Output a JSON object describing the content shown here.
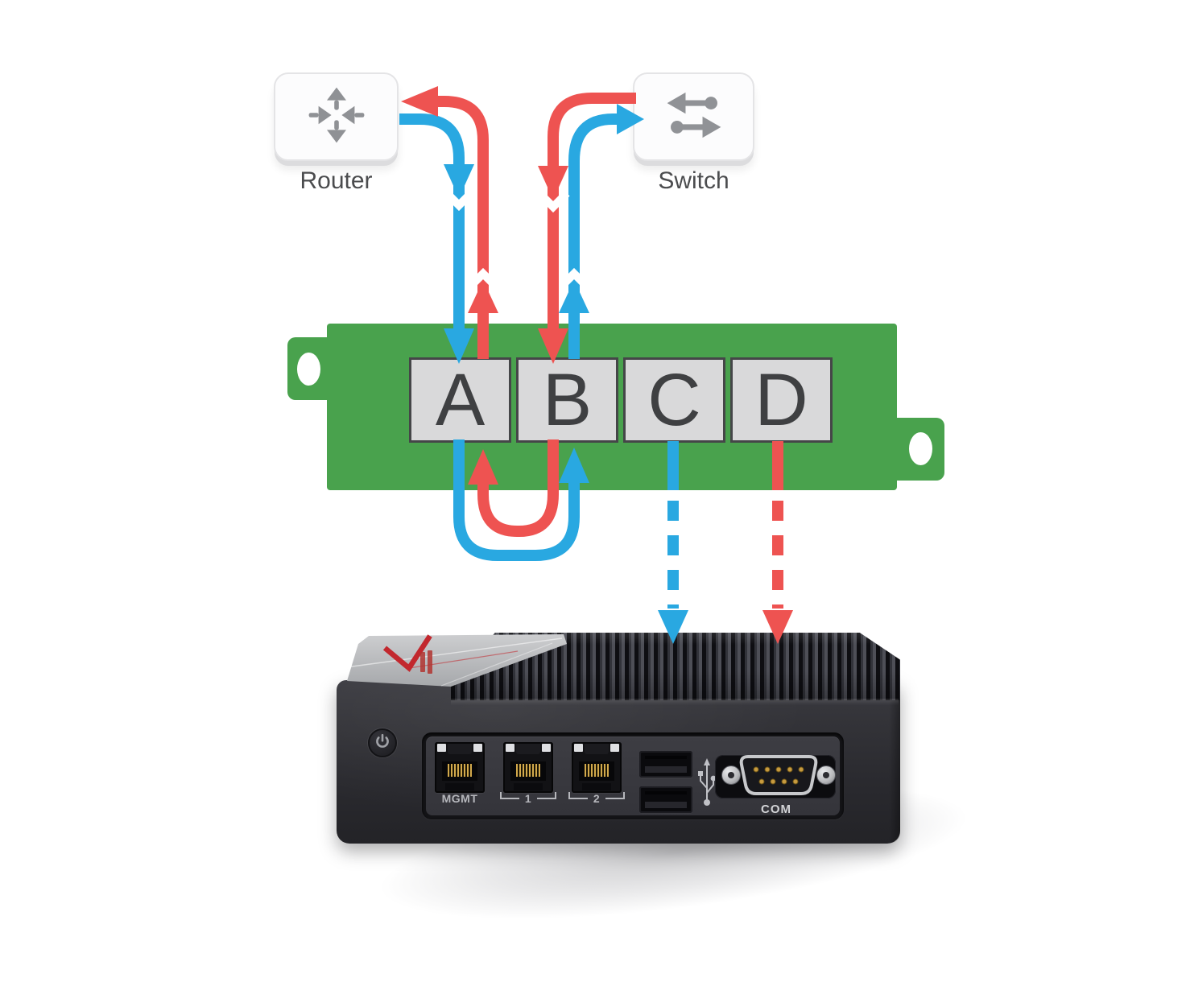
{
  "diagram": {
    "nodes": {
      "router": {
        "label": "Router",
        "icon": "router-icon"
      },
      "switch": {
        "label": "Switch",
        "icon": "switch-icon"
      }
    },
    "tap": {
      "ports": [
        "A",
        "B",
        "C",
        "D"
      ]
    },
    "flows": [
      {
        "name": "forward-traffic",
        "color": "blue",
        "style": "solid",
        "path": [
          "router",
          "port A",
          "port B",
          "switch"
        ]
      },
      {
        "name": "return-traffic",
        "color": "red",
        "style": "solid",
        "path": [
          "switch",
          "port B",
          "port A",
          "router"
        ]
      },
      {
        "name": "monitor-copy-forward",
        "color": "blue",
        "style": "dashed",
        "path": [
          "port C",
          "appliance"
        ]
      },
      {
        "name": "monitor-copy-return",
        "color": "red",
        "style": "dashed",
        "path": [
          "port D",
          "appliance"
        ]
      }
    ]
  },
  "appliance": {
    "front_labels": {
      "mgmt": "MGMT",
      "port1": "1",
      "port2": "2",
      "com": "COM"
    },
    "icons": [
      "power-icon",
      "usb-icon",
      "brand-mark"
    ]
  },
  "colors": {
    "blue": "#29a8e1",
    "red": "#ee5351",
    "green": "#49a24d",
    "square-fill": "#d9d9da",
    "square-border": "#454648",
    "label-ink": "#4b4c4e",
    "letter-ink": "#3f4042",
    "port-label": "#b6b7bc"
  }
}
